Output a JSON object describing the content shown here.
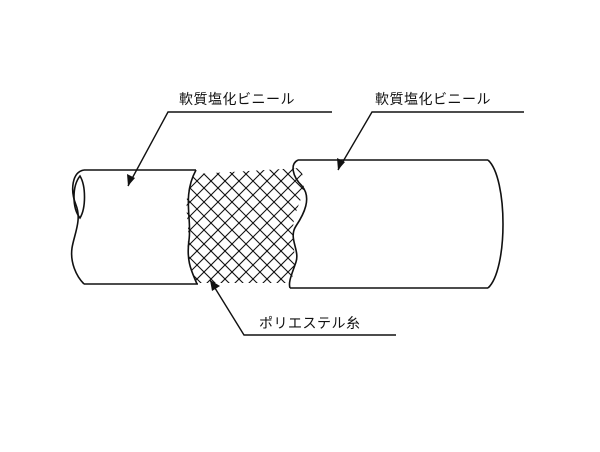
{
  "labels": {
    "inner_layer": "軟質塩化ビニール",
    "outer_layer": "軟質塩化ビニール",
    "reinforcement": "ポリエステル糸"
  },
  "colors": {
    "line": "#111111",
    "background": "#ffffff"
  }
}
